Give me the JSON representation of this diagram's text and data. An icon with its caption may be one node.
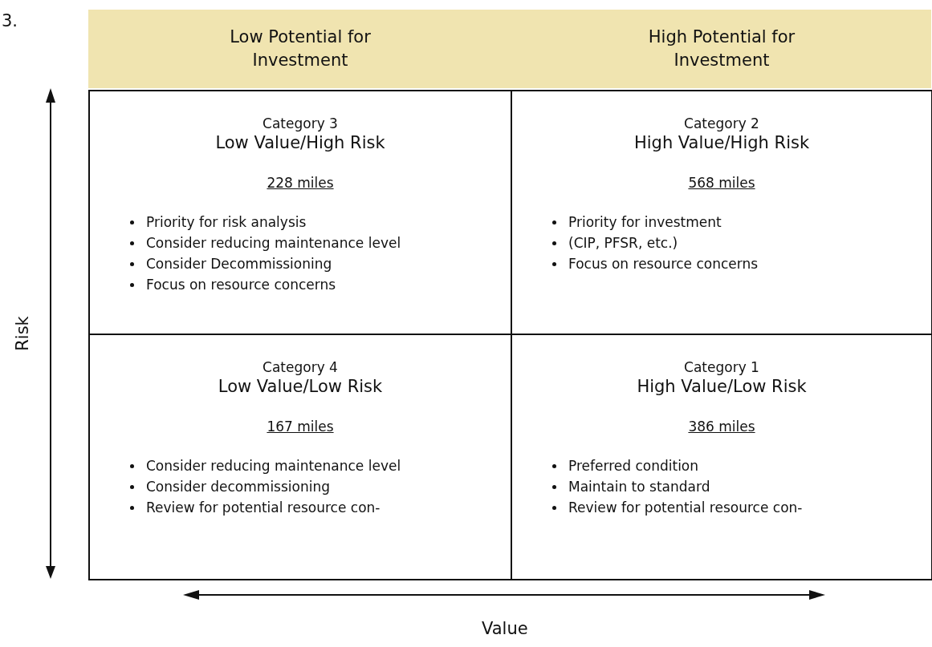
{
  "diagram": {
    "nodes": [
      {
        "text": [
          "Low Potential for Investment"
        ]
      },
      {
        "text": [
          "High Potential for Investment"
        ]
      },
      {
        "text": [
          "Category 3",
          "Low Value/High Risk",
          "228 miles",
          "Priority for risk analysis",
          "Consider reducing maintenance level",
          "Consider Decommissioning",
          "Focus on resource concerns"
        ]
      },
      {
        "text": [
          "Category 2",
          "High Value/High Risk",
          "568 miles",
          "Priority for investment",
          "(CIP, PFSR, etc.)",
          "Focus on resource concerns"
        ]
      },
      {
        "text": [
          "Category 4",
          "Low Value/Low Risk",
          "167 miles",
          "Consider reducing maintenance level",
          "Consider decommissioning",
          "Review for potential resource con-"
        ]
      },
      {
        "text": [
          "Category 1",
          "High Value/Low Risk",
          "386 miles",
          "Preferred condition",
          "Maintain to standard",
          "Review for potential resource con-"
        ]
      }
    ],
    "labels": [
      "3.",
      "Risk",
      "Value"
    ]
  }
}
